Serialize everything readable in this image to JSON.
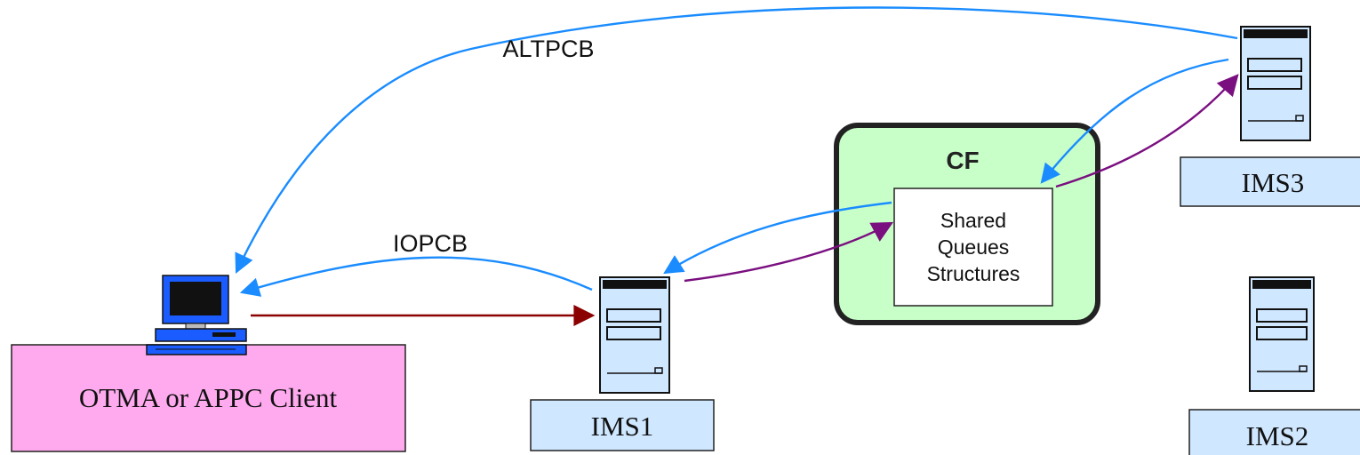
{
  "nodes": {
    "client": {
      "label": "OTMA or APPC Client",
      "fill": "#ffaaee",
      "icon": "desktop-computer-icon"
    },
    "ims1": {
      "label": "IMS1",
      "fill": "#cfe7ff",
      "icon": "server-icon"
    },
    "ims2": {
      "label": "IMS2",
      "fill": "#cfe7ff",
      "icon": "server-icon"
    },
    "ims3": {
      "label": "IMS3",
      "fill": "#cfe7ff",
      "icon": "server-icon"
    },
    "cf": {
      "label": "CF",
      "fill": "#c8ffc8"
    },
    "queues": {
      "line1": "Shared",
      "line2": "Queues",
      "line3": "Structures"
    }
  },
  "edges": {
    "altpcb": {
      "label": "ALTPCB",
      "color": "#1a8cff"
    },
    "iopcb": {
      "label": "IOPCB",
      "color": "#1a8cff"
    },
    "request_color": "#8b0000",
    "queue_color": "#7a0f80"
  }
}
